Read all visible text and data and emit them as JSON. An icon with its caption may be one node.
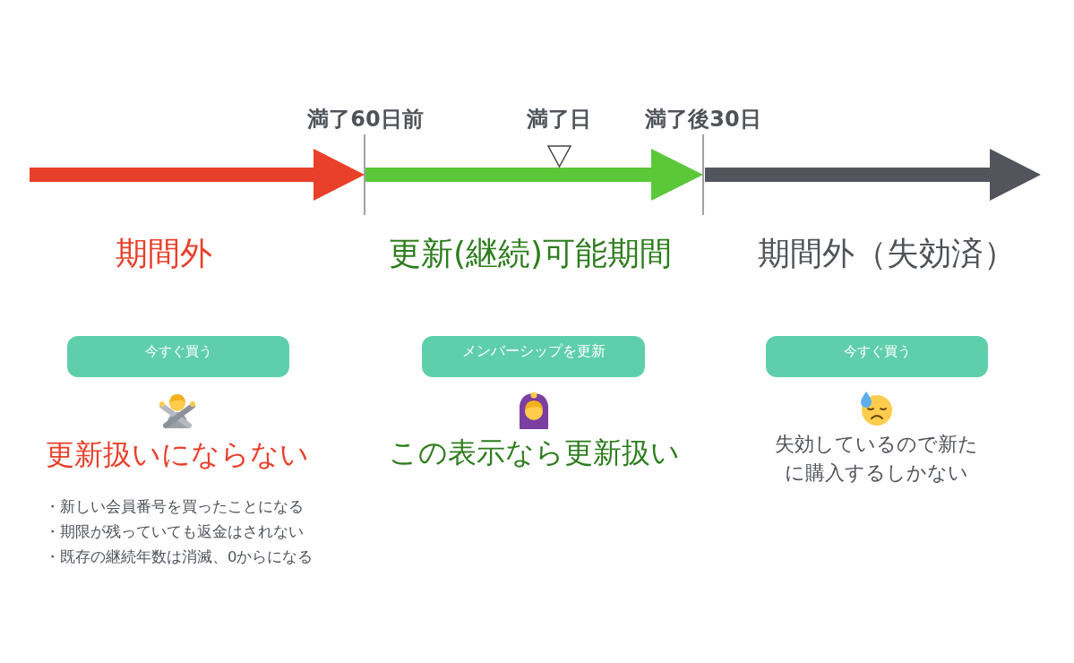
{
  "diagram": {
    "nodes": [
      {
        "text": [
          "今すぐ買う"
        ]
      },
      {
        "text": [
          "メンバーシップを更新"
        ]
      },
      {
        "text": [
          "今すぐ買う"
        ]
      }
    ],
    "labels": [
      "満了60日前",
      "満了日",
      "満了後30日",
      "期間外",
      "更新(継続)可能期間",
      "期間外（失効済）",
      "更新扱いにならない",
      "この表示なら更新扱い",
      "失効しているので新たに購入するしかない",
      "・新しい会員番号を買ったことになる",
      "・期限が残っていても返金はされない",
      "・既存の継続年数は消滅、0からになる"
    ]
  }
}
